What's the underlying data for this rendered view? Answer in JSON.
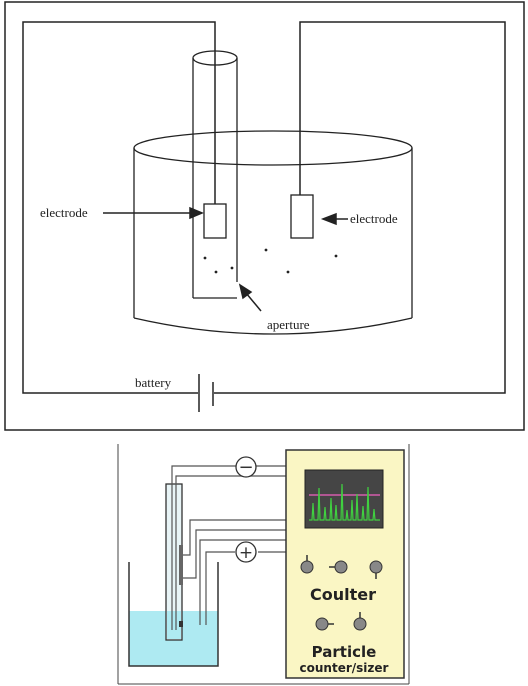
{
  "top_diagram": {
    "labels": {
      "electrode_left": "electrode",
      "electrode_right": "electrode",
      "aperture": "aperture",
      "battery": "battery"
    }
  },
  "bottom_diagram": {
    "device": {
      "name_line1": "Coulter",
      "name_line2": "Particle",
      "name_line3": "counter/sizer"
    },
    "terminals": {
      "negative": "−",
      "positive": "+"
    },
    "colors": {
      "device_panel": "#faf6c4",
      "screen": "#454545",
      "trace": "#40d040",
      "threshold": "#f060c0",
      "liquid": "#aeeaf2",
      "knob": "#888888"
    }
  }
}
